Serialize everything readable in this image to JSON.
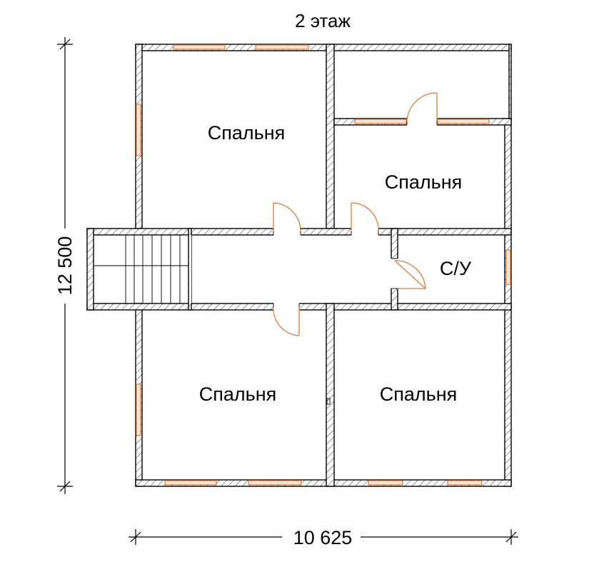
{
  "title": "2 этаж",
  "dimensions": {
    "vertical": "12 500",
    "horizontal": "10 625"
  },
  "rooms": {
    "bedroom_top_left": "Спальня",
    "bedroom_top_right": "Спальня",
    "bathroom": "С/У",
    "bedroom_bottom_left": "Спальня",
    "bedroom_bottom_right": "Спальня"
  },
  "colors": {
    "wall": "#000000",
    "window": "#e07b3c",
    "door": "#e07b3c"
  }
}
